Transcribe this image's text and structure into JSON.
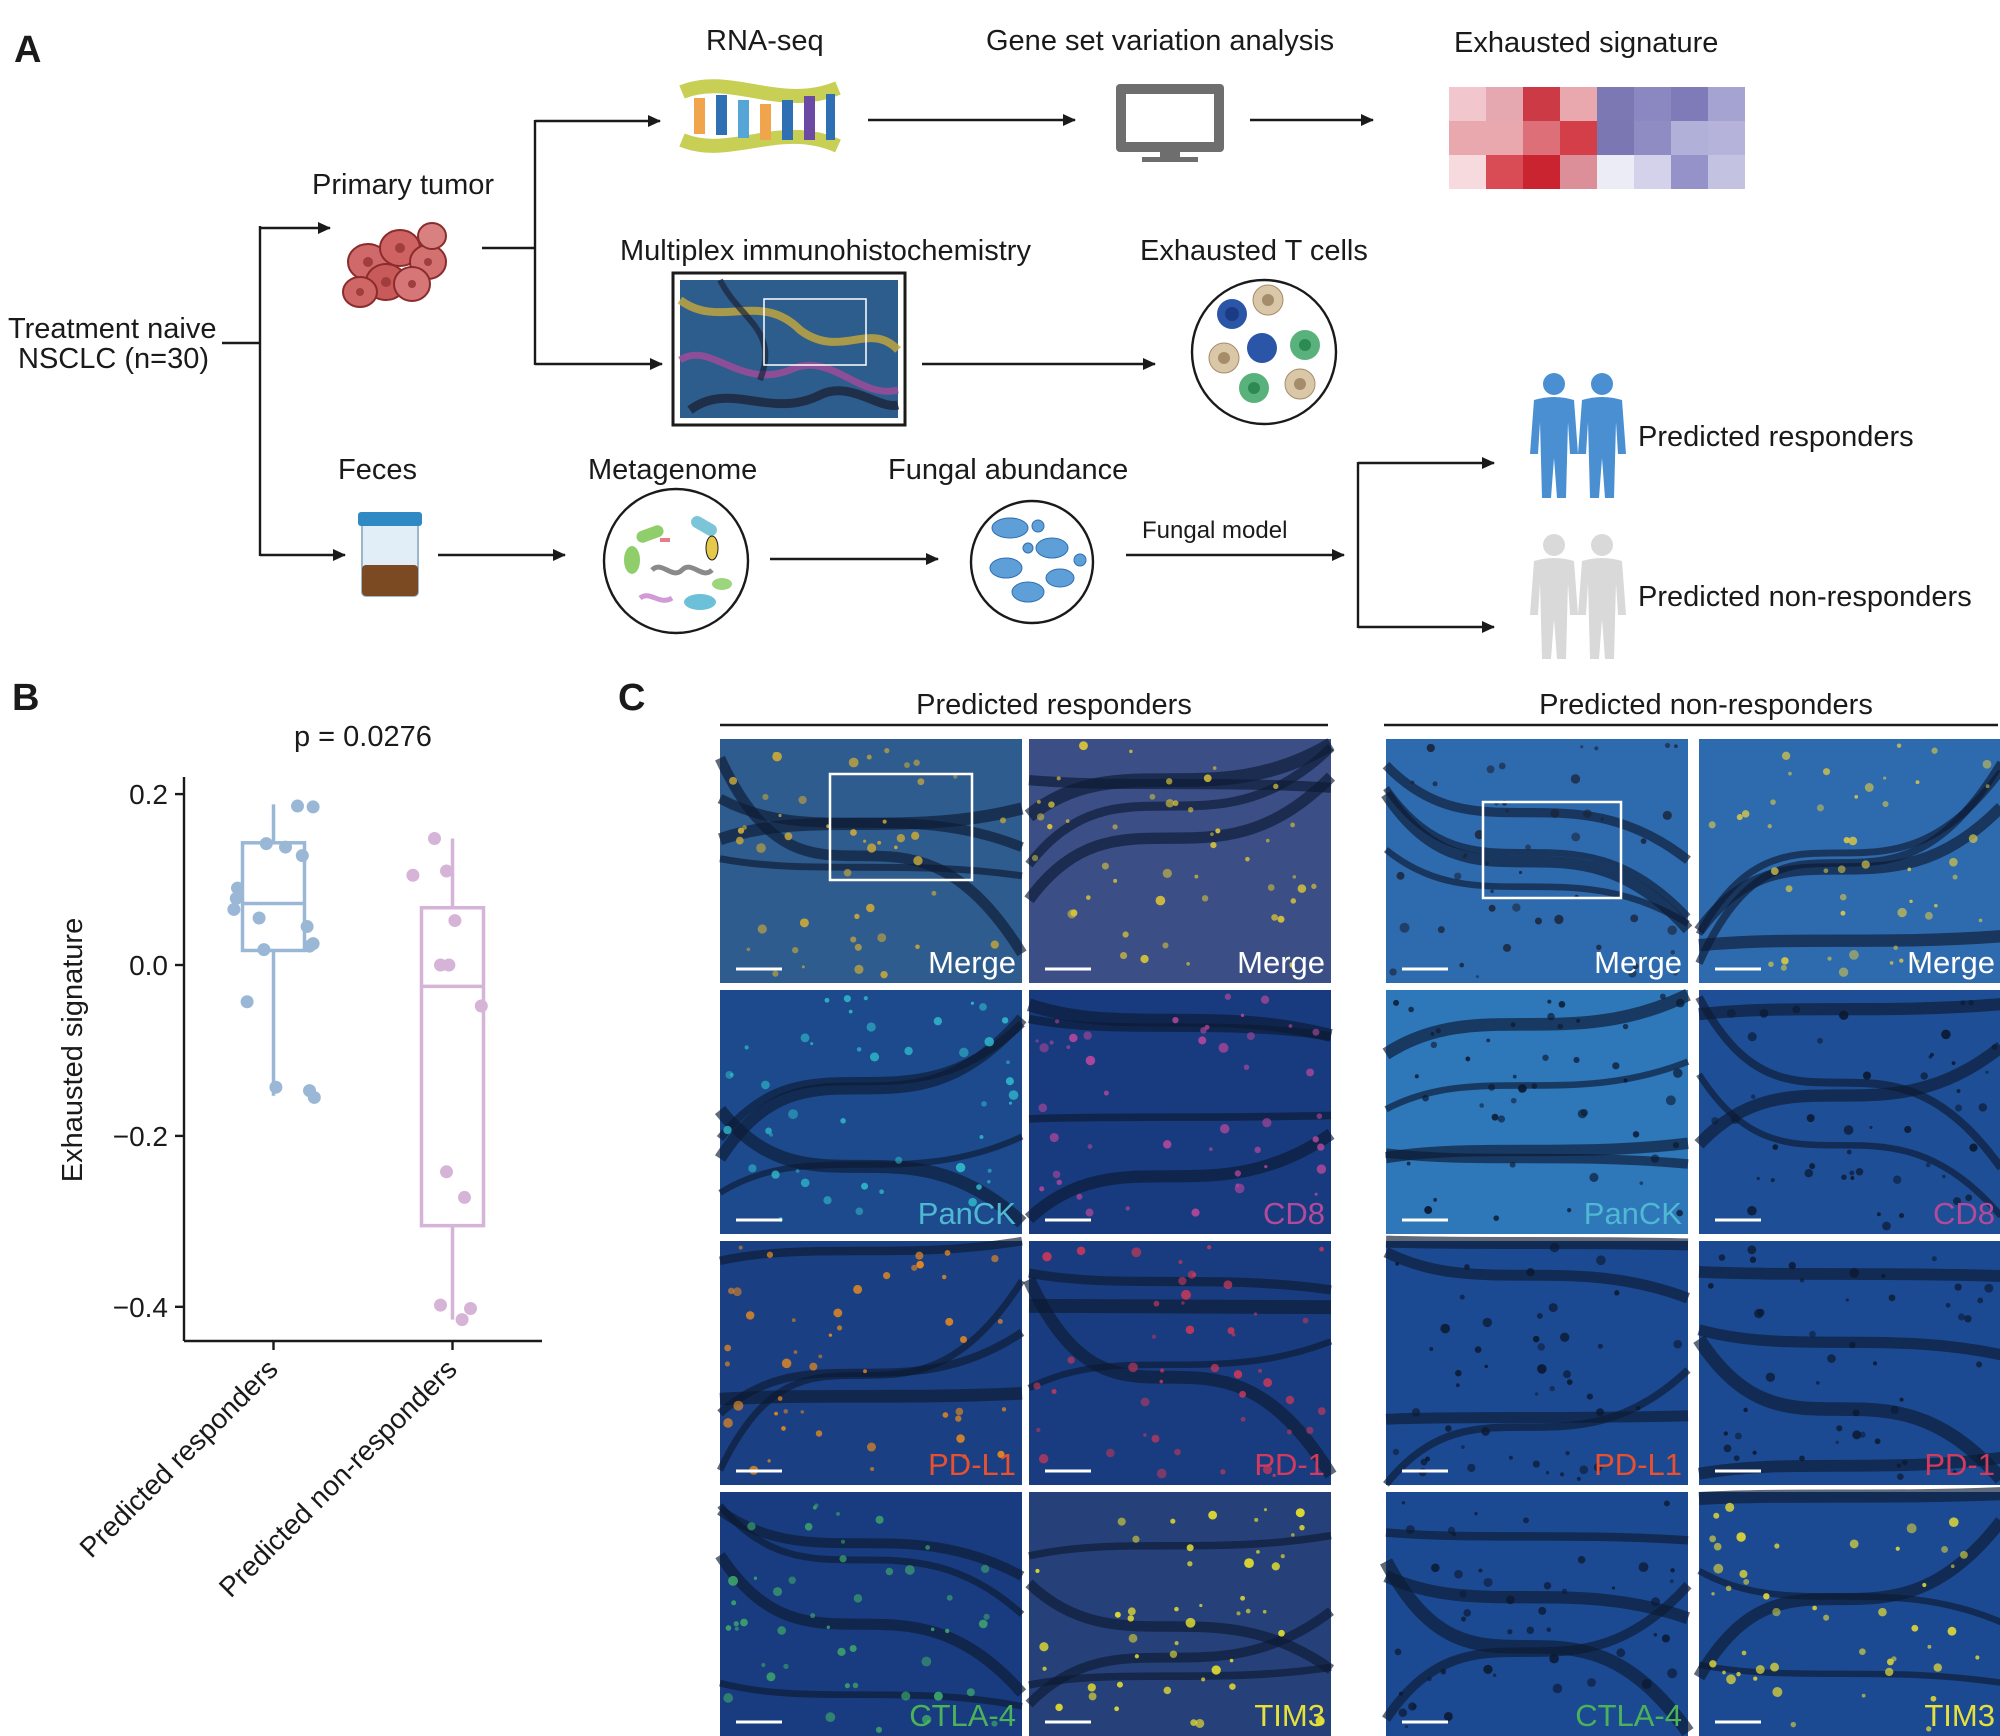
{
  "panels": {
    "a": "A",
    "b": "B",
    "c": "C"
  },
  "workflow": {
    "cohort_line1": "Treatment naive",
    "cohort_line2": "NSCLC (n=30)",
    "primary_tumor": "Primary tumor",
    "rna_seq": "RNA-seq",
    "gsva": "Gene set variation analysis",
    "exhausted_signature": "Exhausted signature",
    "mihc": "Multiplex immunohistochemistry",
    "exhausted_t_cells": "Exhausted T cells",
    "feces": "Feces",
    "metagenome": "Metagenome",
    "fungal_abundance": "Fungal abundance",
    "fungal_model": "Fungal model",
    "predicted_responders": "Predicted responders",
    "predicted_non_responders": "Predicted non-responders"
  },
  "heatmap": {
    "rows": [
      [
        "#f1c6cc",
        "#e6a8b0",
        "#cc3a46",
        "#e8a8ae",
        "#7c78b4",
        "#8b87c1",
        "#7f7bb9",
        "#a4a3d1"
      ],
      [
        "#e8a8ae",
        "#e8a8ae",
        "#dd6f78",
        "#d33e49",
        "#7a77b3",
        "#8f8cc4",
        "#b1b0d8",
        "#b5b3da"
      ],
      [
        "#f6dadd",
        "#d94b55",
        "#c9242f",
        "#dc8f98",
        "#ececf6",
        "#d3d2ea",
        "#9492c8",
        "#c3c2e0"
      ]
    ]
  },
  "chart_data": {
    "type": "scatter",
    "title": "p = 0.0276",
    "ylabel": "Exhausted signature",
    "ylim": [
      -0.44,
      0.22
    ],
    "yticks": [
      {
        "value": 0.2,
        "label": "0.2"
      },
      {
        "value": 0.0,
        "label": "0.0"
      },
      {
        "value": -0.2,
        "label": "−0.2"
      },
      {
        "value": -0.4,
        "label": "−0.4"
      }
    ],
    "categories": [
      "Predicted responders",
      "Predicted non-responders"
    ],
    "series": [
      {
        "name": "Predicted responders",
        "color": "#9ab8d6",
        "box": {
          "q1": 0.017,
          "median": 0.072,
          "q3": 0.143,
          "whisker_low": -0.153,
          "whisker_high": 0.188
        },
        "points": [
          {
            "jitter": -0.33,
            "y": 0.065
          },
          {
            "jitter": -0.31,
            "y": 0.078
          },
          {
            "jitter": -0.3,
            "y": 0.09
          },
          {
            "jitter": -0.22,
            "y": -0.043
          },
          {
            "jitter": -0.12,
            "y": 0.055
          },
          {
            "jitter": -0.08,
            "y": 0.018
          },
          {
            "jitter": -0.06,
            "y": 0.142
          },
          {
            "jitter": 0.02,
            "y": -0.143
          },
          {
            "jitter": 0.1,
            "y": 0.138
          },
          {
            "jitter": 0.2,
            "y": 0.186
          },
          {
            "jitter": 0.24,
            "y": 0.128
          },
          {
            "jitter": 0.28,
            "y": 0.045
          },
          {
            "jitter": 0.3,
            "y": 0.022
          },
          {
            "jitter": 0.33,
            "y": 0.185
          },
          {
            "jitter": 0.33,
            "y": 0.025
          },
          {
            "jitter": 0.3,
            "y": -0.147
          },
          {
            "jitter": 0.34,
            "y": -0.155
          }
        ]
      },
      {
        "name": "Predicted non-responders",
        "color": "#d6b4d8",
        "box": {
          "q1": -0.305,
          "median": -0.025,
          "q3": 0.067,
          "whisker_low": -0.415,
          "whisker_high": 0.148
        },
        "points": [
          {
            "jitter": -0.33,
            "y": 0.105
          },
          {
            "jitter": -0.15,
            "y": 0.148
          },
          {
            "jitter": -0.05,
            "y": 0.11
          },
          {
            "jitter": 0.02,
            "y": 0.052
          },
          {
            "jitter": -0.1,
            "y": 0.0
          },
          {
            "jitter": -0.03,
            "y": 0.0
          },
          {
            "jitter": 0.24,
            "y": -0.048
          },
          {
            "jitter": -0.05,
            "y": -0.242
          },
          {
            "jitter": 0.1,
            "y": -0.272
          },
          {
            "jitter": -0.1,
            "y": -0.398
          },
          {
            "jitter": 0.08,
            "y": -0.415
          },
          {
            "jitter": 0.15,
            "y": -0.402
          }
        ]
      }
    ]
  },
  "panel_c": {
    "left_header": "Predicted responders",
    "right_header": "Predicted non-responders",
    "tiles": [
      {
        "label": "Merge",
        "color": "#ffffff",
        "bg": "#2f5c8e",
        "tex": "#c9a83a"
      },
      {
        "label": "Merge",
        "color": "#ffffff",
        "bg": "#3b4f86",
        "tex": "#d9c33a"
      },
      {
        "label": "Merge",
        "color": "#ffffff",
        "bg": "#2e6aae",
        "tex": "#1b2438"
      },
      {
        "label": "Merge",
        "color": "#ffffff",
        "bg": "#2e6aae",
        "tex": "#d4c54a"
      },
      {
        "label": "PanCK",
        "color": "#4fb8d2",
        "bg": "#1d4a8c",
        "tex": "#2fb7c9"
      },
      {
        "label": "CD8",
        "color": "#b24a9c",
        "bg": "#173b7e",
        "tex": "#b4479b"
      },
      {
        "label": "PanCK",
        "color": "#4fb8d2",
        "bg": "#2e77b9",
        "tex": "#0c1a33"
      },
      {
        "label": "CD8",
        "color": "#b24a9c",
        "bg": "#1e4f96",
        "tex": "#0c1a33"
      },
      {
        "label": "PD-L1",
        "color": "#e8502e",
        "bg": "#1a3f82",
        "tex": "#e88a1f"
      },
      {
        "label": "PD-1",
        "color": "#d23a5e",
        "bg": "#183c7f",
        "tex": "#c5385a"
      },
      {
        "label": "PD-L1",
        "color": "#e8502e",
        "bg": "#1c4a92",
        "tex": "#0c1a33"
      },
      {
        "label": "PD-1",
        "color": "#d23a5e",
        "bg": "#1c4a92",
        "tex": "#0c1a33"
      },
      {
        "label": "CTLA-4",
        "color": "#4bb25a",
        "bg": "#183c7f",
        "tex": "#3fa86a"
      },
      {
        "label": "TIM3",
        "color": "#e6e03a",
        "bg": "#26407a",
        "tex": "#e6df2e"
      },
      {
        "label": "CTLA-4",
        "color": "#4bb25a",
        "bg": "#1c4a92",
        "tex": "#0c1a33"
      },
      {
        "label": "TIM3",
        "color": "#e6e03a",
        "bg": "#1c4a92",
        "tex": "#dcd43a"
      }
    ]
  }
}
